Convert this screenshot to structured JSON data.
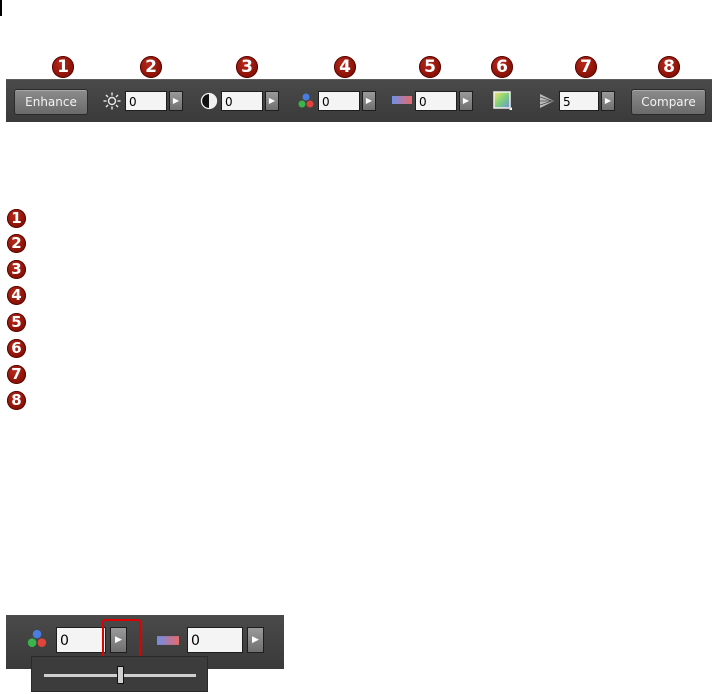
{
  "markers": [
    "1",
    "2",
    "3",
    "4",
    "5",
    "6",
    "7",
    "8"
  ],
  "toolbar": {
    "enhance_label": "Enhance",
    "compare_label": "Compare",
    "brightness_value": "0",
    "contrast_value": "0",
    "saturation_value": "0",
    "temperature_value": "0",
    "blur_sharpen_value": "5"
  },
  "legend": [
    "1",
    "2",
    "3",
    "4",
    "5",
    "6",
    "7",
    "8"
  ],
  "detail": {
    "saturation_value": "0",
    "temperature_value": "0"
  },
  "colors": {
    "toolbar_bg": "#3f3f3f",
    "marker": "#8e1208",
    "highlight": "#e00000"
  }
}
